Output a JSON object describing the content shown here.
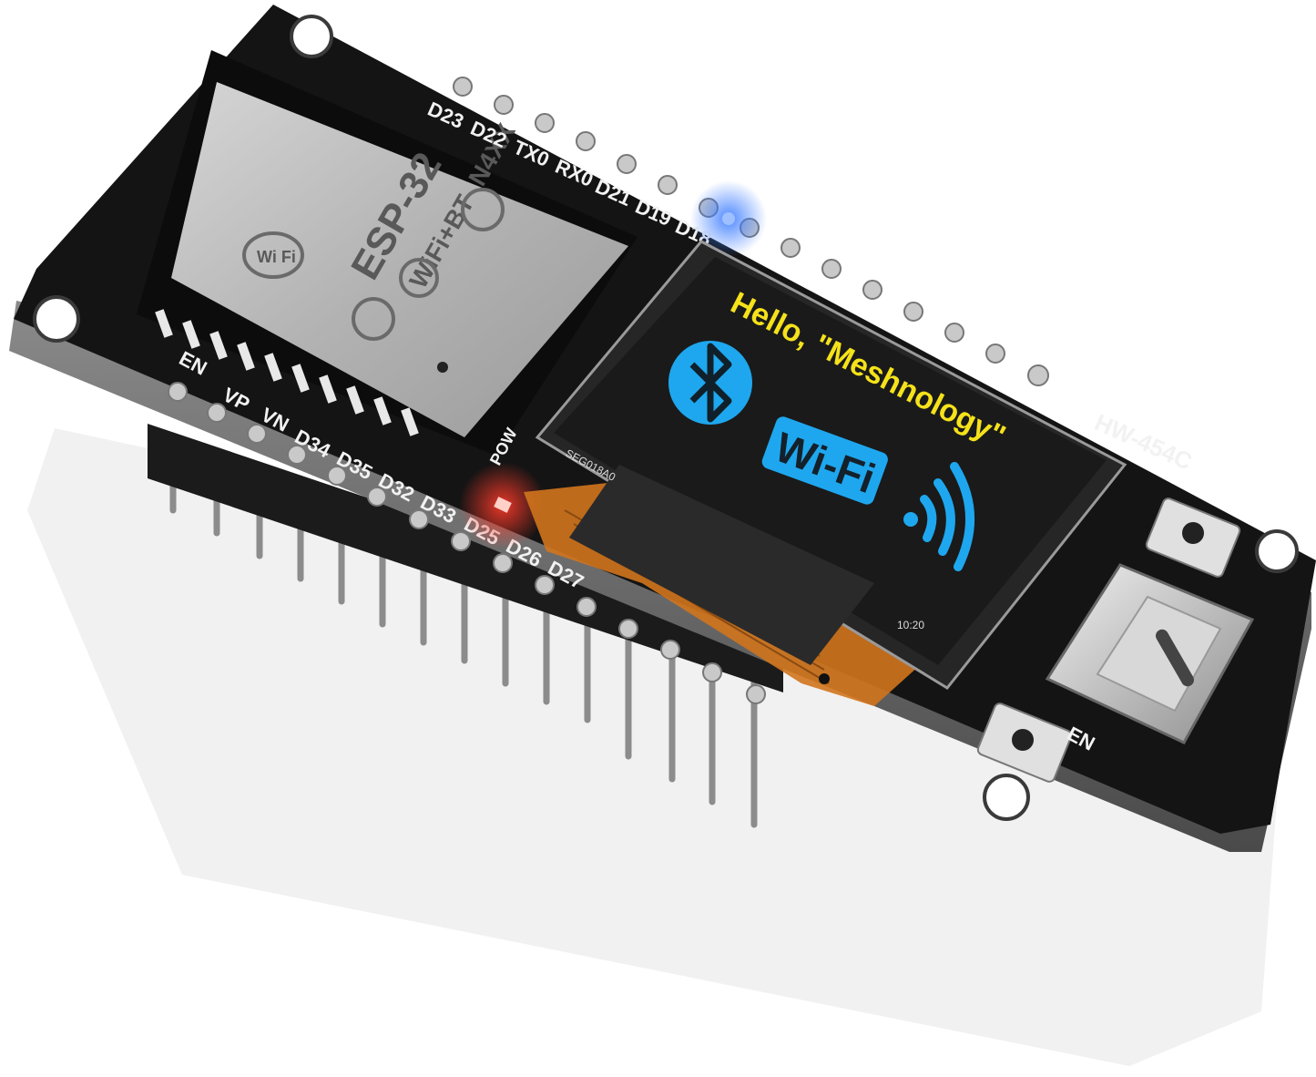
{
  "colors": {
    "pcb": "#141414",
    "pcb_edge": "#6e6e6e",
    "shield": "#bdbdbd",
    "screen": "#1c1c1c",
    "hello_text": "#f5e21a",
    "bluetooth_blue": "#1ea7ee",
    "wifi_blue": "#1ea7ee",
    "flex_cable": "#d0741d",
    "power_led": "#ff2a1a",
    "status_led": "#2f72ff"
  },
  "module": {
    "brand": "ESP-32",
    "model": "N4XX",
    "radio": "WiFi+BT",
    "wifi_badge": "Wi Fi"
  },
  "board": {
    "name": "HW-454C",
    "power_label": "POW",
    "en_label": "EN"
  },
  "oled": {
    "hello": "Hello, \"Meshnology\"",
    "wifi": "Wi-Fi",
    "part_number": "SEG018A0",
    "date_code": "10:20"
  },
  "pins": {
    "top": [
      "D23",
      "D22",
      "TX0",
      "RX0",
      "D21",
      "D19",
      "D18"
    ],
    "bottom": [
      "EN",
      "VP",
      "VN",
      "D34",
      "D35",
      "D32",
      "D33",
      "D25",
      "D26",
      "D27"
    ]
  },
  "icons": [
    "bluetooth-icon",
    "wifi-signal-icon",
    "usb-c-port-icon",
    "reset-button-icon",
    "boot-button-icon"
  ]
}
